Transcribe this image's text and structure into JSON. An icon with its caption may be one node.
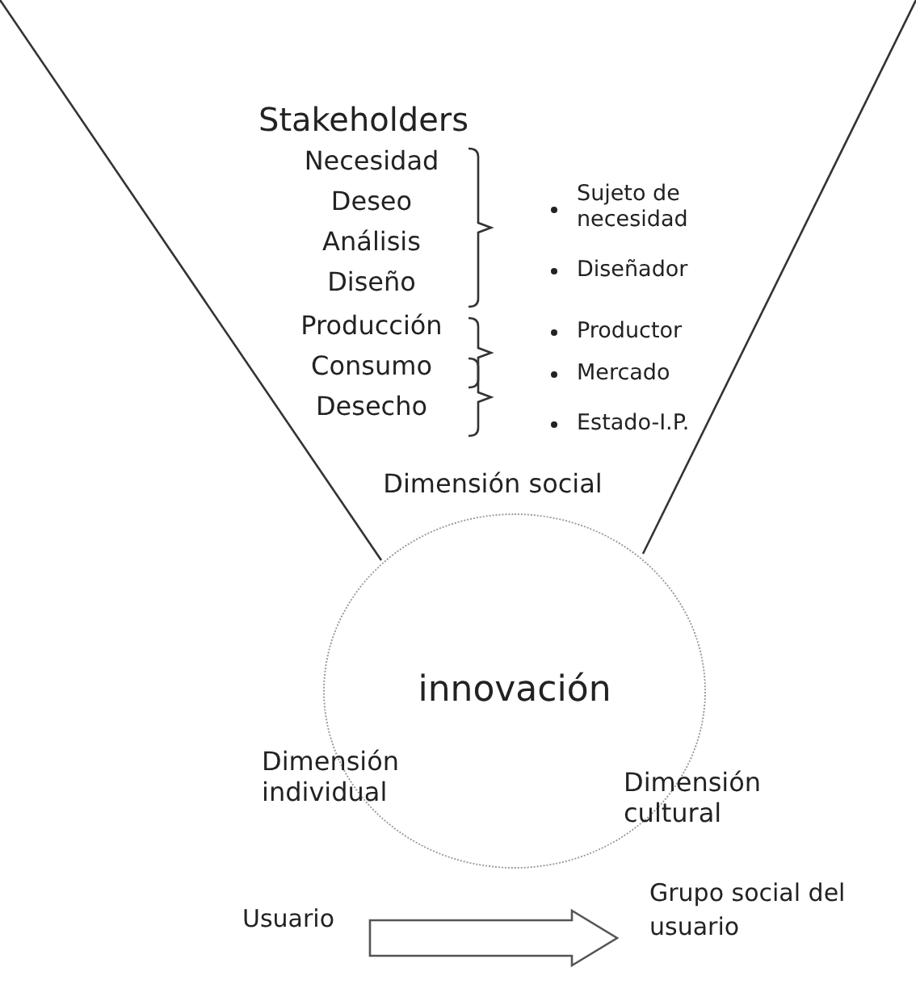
{
  "diagram": {
    "nodes": [
      {
        "text": [
          "innovación"
        ]
      },
      {
        "text": [
          "Usuario"
        ]
      },
      {
        "text": [
          "Grupo social del usuario"
        ]
      }
    ],
    "edges": [
      {
        "from": 1,
        "to": 2,
        "arrow": "to",
        "style": "thick"
      }
    ],
    "labels": [
      "Stakeholders",
      "Necesidad",
      "Deseo",
      "Análisis",
      "Diseño",
      "Producción",
      "Consumo",
      "Desecho",
      "Sujeto de necesidad",
      "Diseñador",
      "Productor",
      "Mercado",
      "Estado-I.P.",
      "Dimensión social",
      "Dimensión individual",
      "Dimensión cultural"
    ]
  }
}
